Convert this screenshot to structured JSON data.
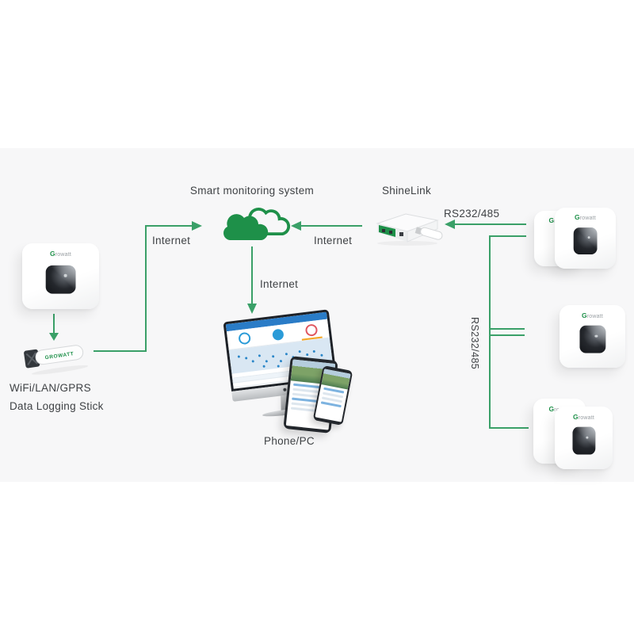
{
  "colors": {
    "green": "#1e9049",
    "line-green": "#3aa068",
    "band-bg": "#f7f7f8",
    "text": "#3f4245",
    "nav-blue": "#2a7cc7",
    "map-blue": "#d9e7f3",
    "stat-blue": "#2a9bd8",
    "stat-red": "#e0565f",
    "stat-orange": "#f5a623"
  },
  "labels": {
    "smart_monitoring_system": "Smart monitoring system",
    "shinelink": "ShineLink",
    "rs232_485_top": "RS232/485",
    "rs232_485_vertical": "RS232/485",
    "internet_left": "Internet",
    "internet_right": "Internet",
    "internet_down": "Internet",
    "wifi_lan_gprs": "WiFi/LAN/GPRS",
    "data_logging_stick": "Data Logging Stick",
    "phone_pc": "Phone/PC"
  },
  "brand": {
    "inverter_logo_g": "G",
    "inverter_logo_rest": "rowatt",
    "stick_logo": "GROWATT"
  },
  "icons": {
    "cloud": "cloud-icon",
    "arrow": "arrowhead-icon",
    "monitor_logo_dot": "chin-dot-icon"
  }
}
